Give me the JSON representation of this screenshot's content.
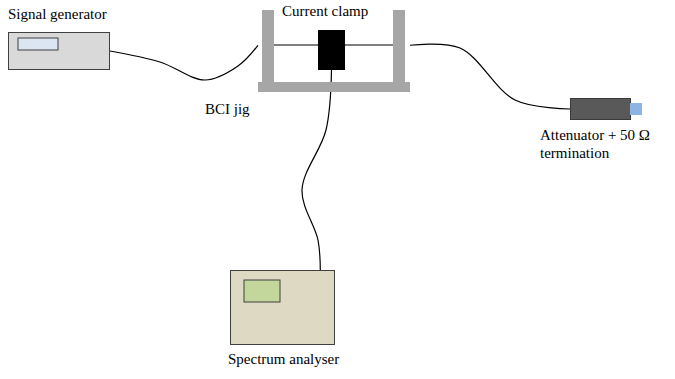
{
  "diagram": {
    "nodes": [
      {
        "text": [
          "Signal generator"
        ]
      },
      {
        "text": [
          "BCI jig"
        ]
      },
      {
        "text": [
          "Current clamp"
        ],
        "in": 1
      },
      {
        "text": [
          "Attenuator + 50 Ω termination"
        ]
      },
      {
        "text": [
          "Spectrum analyser"
        ]
      }
    ],
    "edges": [
      {
        "from": 0,
        "to": 1,
        "arrow": "none"
      },
      {
        "from": 1,
        "to": 3,
        "arrow": "none"
      },
      {
        "from": 2,
        "to": 4,
        "arrow": "none"
      }
    ]
  }
}
